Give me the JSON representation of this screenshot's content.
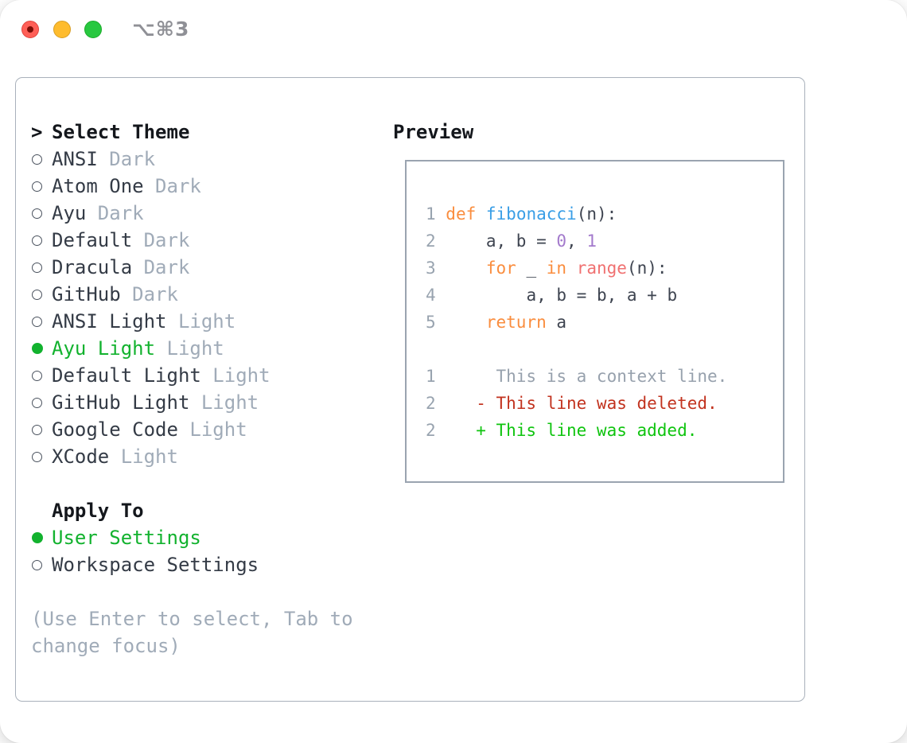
{
  "titlebar": {
    "title": "⌥⌘3"
  },
  "theme_list": {
    "header_marker": ">",
    "header": "Select Theme",
    "items": [
      {
        "name": "ANSI",
        "variant": "Dark",
        "selected": false
      },
      {
        "name": "Atom One",
        "variant": "Dark",
        "selected": false
      },
      {
        "name": "Ayu",
        "variant": "Dark",
        "selected": false
      },
      {
        "name": "Default",
        "variant": "Dark",
        "selected": false
      },
      {
        "name": "Dracula",
        "variant": "Dark",
        "selected": false
      },
      {
        "name": "GitHub",
        "variant": "Dark",
        "selected": false
      },
      {
        "name": "ANSI Light",
        "variant": "Light",
        "selected": false
      },
      {
        "name": "Ayu Light",
        "variant": "Light",
        "selected": true
      },
      {
        "name": "Default Light",
        "variant": "Light",
        "selected": false
      },
      {
        "name": "GitHub Light",
        "variant": "Light",
        "selected": false
      },
      {
        "name": "Google Code",
        "variant": "Light",
        "selected": false
      },
      {
        "name": "XCode",
        "variant": "Light",
        "selected": false
      }
    ]
  },
  "apply_to": {
    "header": "Apply To",
    "options": [
      {
        "label": "User Settings",
        "selected": true
      },
      {
        "label": "Workspace Settings",
        "selected": false
      }
    ]
  },
  "help": {
    "text": "(Use Enter to select, Tab to change focus)"
  },
  "preview": {
    "header": "Preview",
    "code_lines": [
      {
        "num": "1",
        "tokens": [
          {
            "t": "def",
            "c": "keyword"
          },
          {
            "t": " ",
            "c": "plain"
          },
          {
            "t": "fibonacci",
            "c": "function"
          },
          {
            "t": "(n):",
            "c": "plain"
          }
        ]
      },
      {
        "num": "2",
        "tokens": [
          {
            "t": "    a, b = ",
            "c": "plain"
          },
          {
            "t": "0",
            "c": "number"
          },
          {
            "t": ", ",
            "c": "plain"
          },
          {
            "t": "1",
            "c": "number"
          }
        ]
      },
      {
        "num": "3",
        "tokens": [
          {
            "t": "    ",
            "c": "plain"
          },
          {
            "t": "for",
            "c": "keyword"
          },
          {
            "t": " _ ",
            "c": "plain"
          },
          {
            "t": "in",
            "c": "keyword"
          },
          {
            "t": " ",
            "c": "plain"
          },
          {
            "t": "range",
            "c": "builtin"
          },
          {
            "t": "(n):",
            "c": "plain"
          }
        ]
      },
      {
        "num": "4",
        "tokens": [
          {
            "t": "        a, b = b, a + b",
            "c": "plain"
          }
        ]
      },
      {
        "num": "5",
        "tokens": [
          {
            "t": "    ",
            "c": "plain"
          },
          {
            "t": "return",
            "c": "keyword"
          },
          {
            "t": " a",
            "c": "plain"
          }
        ]
      }
    ],
    "diff_lines": [
      {
        "num": "1",
        "marker": " ",
        "text": "This is a context line.",
        "kind": "context"
      },
      {
        "num": "2",
        "marker": "-",
        "text": "This line was deleted.",
        "kind": "deleted"
      },
      {
        "num": "2",
        "marker": "+",
        "text": "This line was added.",
        "kind": "added"
      }
    ]
  },
  "colors": {
    "accent_green": "#12b22e",
    "diff_added": "#0fc40f",
    "diff_deleted": "#c2331f",
    "syntax_keyword": "#fa8d3e",
    "syntax_function": "#399ee6",
    "syntax_number": "#a37acc",
    "syntax_builtin": "#f07171",
    "muted_gray": "#a0abb8"
  }
}
